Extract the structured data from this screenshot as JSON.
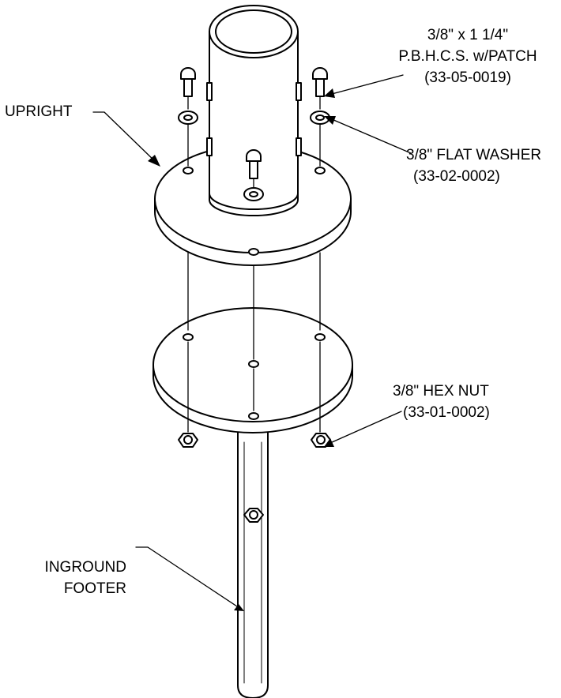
{
  "callouts": {
    "upright": {
      "label": "UPRIGHT"
    },
    "bolt": {
      "line1": "3/8\" x 1 1/4\"",
      "line2": "P.B.H.C.S. w/PATCH",
      "part_no": "(33-05-0019)"
    },
    "washer": {
      "line1": "3/8\" FLAT WASHER",
      "part_no": "(33-02-0002)"
    },
    "hex_nut": {
      "line1": "3/8\" HEX NUT",
      "part_no": "(33-01-0002)"
    },
    "footer": {
      "line1": "INGROUND",
      "line2": "FOOTER"
    }
  }
}
